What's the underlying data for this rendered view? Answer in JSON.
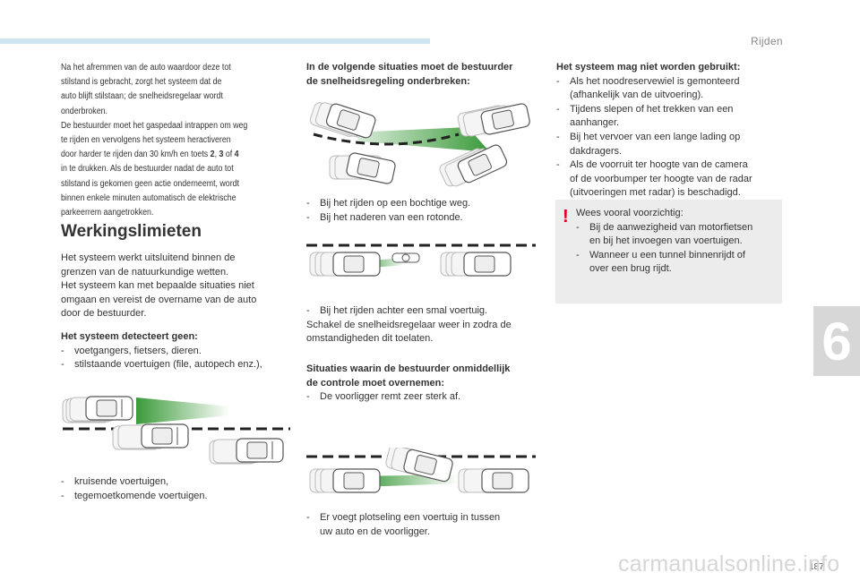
{
  "header": {
    "chapter_title": "Rijden",
    "chapter_number": "6"
  },
  "footer": {
    "page_number": "187",
    "watermark": "carmanualsonline.info"
  },
  "intro": {
    "lines": [
      "Na het afremmen van de auto waardoor deze tot",
      "stilstand is gebracht, zorgt het systeem dat de",
      "auto blijft stilstaan; de snelheidsregelaar wordt",
      "onderbroken.",
      "De bestuurder moet het gaspedaal intrappen om weg",
      "te rijden en vervolgens het systeem heractiveren",
      "door harder te rijden dan 30 km/h en toets ",
      "in te drukken. Als de bestuurder nadat de auto tot",
      "stilstand is gekomen geen actie onderneemt, wordt",
      "binnen enkele minuten automatisch de elektrische",
      "parkeerrem aangetrokken."
    ],
    "key_2": "2",
    "sep_comma": ", ",
    "key_3": "3",
    "sep_of": " of ",
    "key_4": "4"
  },
  "limits": {
    "heading": "Werkingslimieten",
    "lines": [
      "Het systeem werkt uitsluitend binnen de",
      "grenzen van de natuurkundige wetten.",
      "Het systeem kan met bepaalde situaties niet",
      "omgaan en vereist de overname van de auto",
      "door de bestuurder."
    ],
    "not_detected_heading": "Het systeem detecteert geen:",
    "not_detected_items": [
      "voetgangers, fietsers, dieren.",
      "stilstaande voertuigen (file, autopech enz.),"
    ],
    "more_items": [
      "kruisende voertuigen,",
      "tegemoetkomende voertuigen."
    ]
  },
  "interrupt": {
    "heading_lines": [
      "In de volgende situaties moet de bestuurder",
      "de snelheidsregeling onderbreken:"
    ],
    "items_a": [
      "Bij het rijden op een bochtige weg.",
      "Bij het naderen van een rotonde."
    ],
    "items_b": [
      "Bij het rijden achter een smal voertuig."
    ],
    "note_lines": [
      "Schakel de snelheidsregelaar weer in zodra de",
      "omstandigheden dit toelaten."
    ]
  },
  "immediate": {
    "heading_lines": [
      "Situaties waarin de bestuurder onmiddellijk",
      "de controle moet overnemen:"
    ],
    "items_a": [
      "De voorligger remt zeer sterk af."
    ],
    "items_b": [
      [
        "Er voegt plotseling een voertuig in tussen",
        "uw auto en de voorligger."
      ]
    ]
  },
  "not_used": {
    "heading": "Het systeem mag niet worden gebruikt:",
    "items": [
      [
        "Als het noodreservewiel is gemonteerd",
        "(afhankelijk van de uitvoering)."
      ],
      [
        "Tijdens slepen of het trekken van een",
        "aanhanger."
      ],
      [
        "Bij het vervoer van een lange lading op",
        "dakdragers."
      ],
      [
        "Als de voorruit ter hoogte van de camera",
        "of de voorbumper ter hoogte van de radar",
        "(uitvoeringen met radar) is beschadigd."
      ]
    ]
  },
  "warning": {
    "icon": "exclamation-icon",
    "intro": "Wees vooral voorzichtig:",
    "items": [
      [
        "Bij de aanwezigheid van motorfietsen",
        "en bij het invoegen van voertuigen."
      ],
      [
        "Wanneer u een tunnel binnenrijdt of",
        "over een brug rijdt."
      ]
    ]
  },
  "colors": {
    "accent_green": "#3a9a3a",
    "top_bar": "#cfe6f2",
    "warning_red": "#e2001a",
    "box_grey": "#ececec"
  },
  "dash": "-"
}
